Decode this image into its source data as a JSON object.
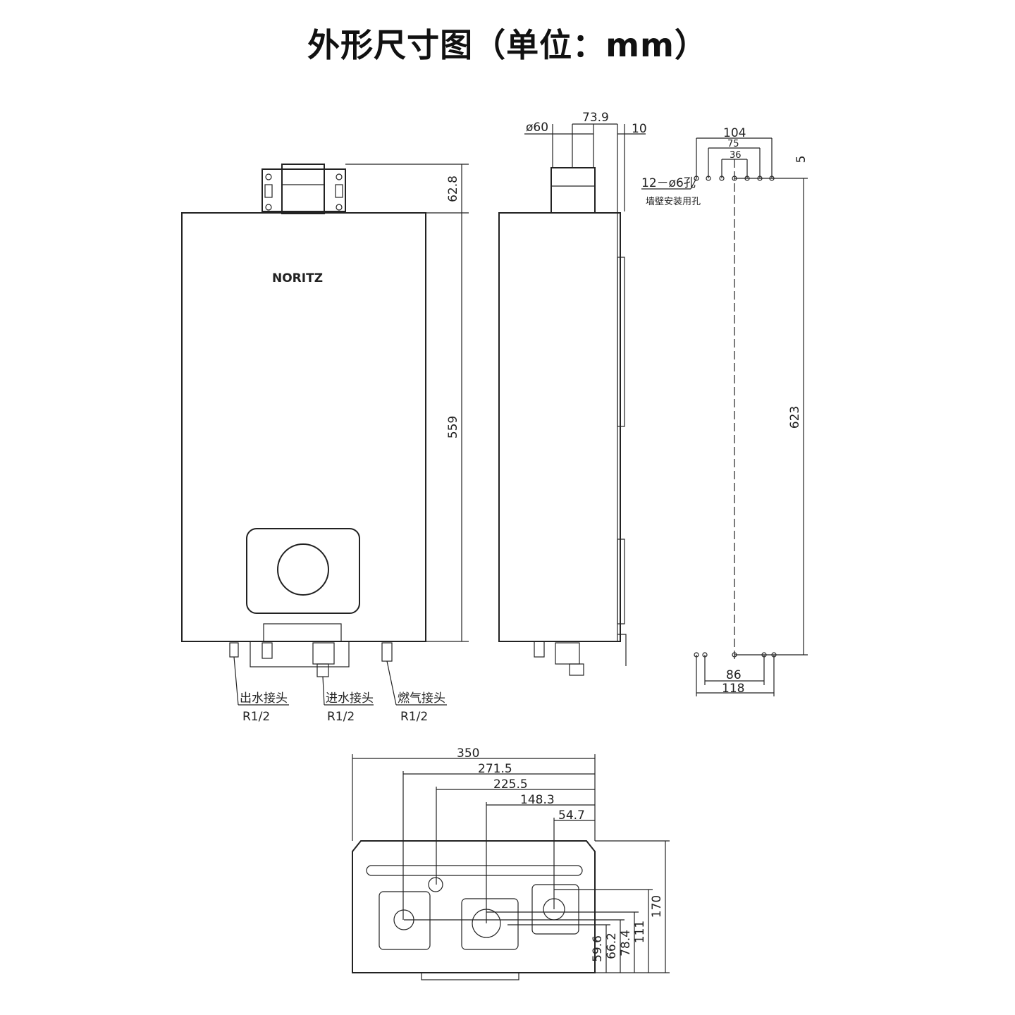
{
  "title": "外形尺寸图（单位：mm）",
  "colors": {
    "line": "#222222",
    "background": "#ffffff"
  },
  "front_view": {
    "brand": "NORITZ",
    "dim_top": "62.8",
    "dim_height": "559",
    "connectors": [
      {
        "name": "出水接头",
        "size": "R1/2"
      },
      {
        "name": "进水接头",
        "size": "R1/2"
      },
      {
        "name": "燃气接头",
        "size": "R1/2"
      }
    ]
  },
  "side_view": {
    "dim_diameter": "ø60",
    "dim_offset": "73.9",
    "dim_gap": "10"
  },
  "mount_view": {
    "dim_top_width": "104",
    "dim_mid_width": "75",
    "dim_inner_width": "36",
    "dim_top_offset": "5",
    "hole_note": "12－ø6孔",
    "hole_subnote": "墙壁安装用孔",
    "dim_height": "623",
    "dim_bottom_inner": "86",
    "dim_bottom_outer": "118"
  },
  "bottom_view": {
    "horizontal_dims": [
      "350",
      "271.5",
      "225.5",
      "148.3",
      "54.7"
    ],
    "vertical_dims": [
      "170",
      "111",
      "78.4",
      "66.2",
      "59.6"
    ]
  }
}
